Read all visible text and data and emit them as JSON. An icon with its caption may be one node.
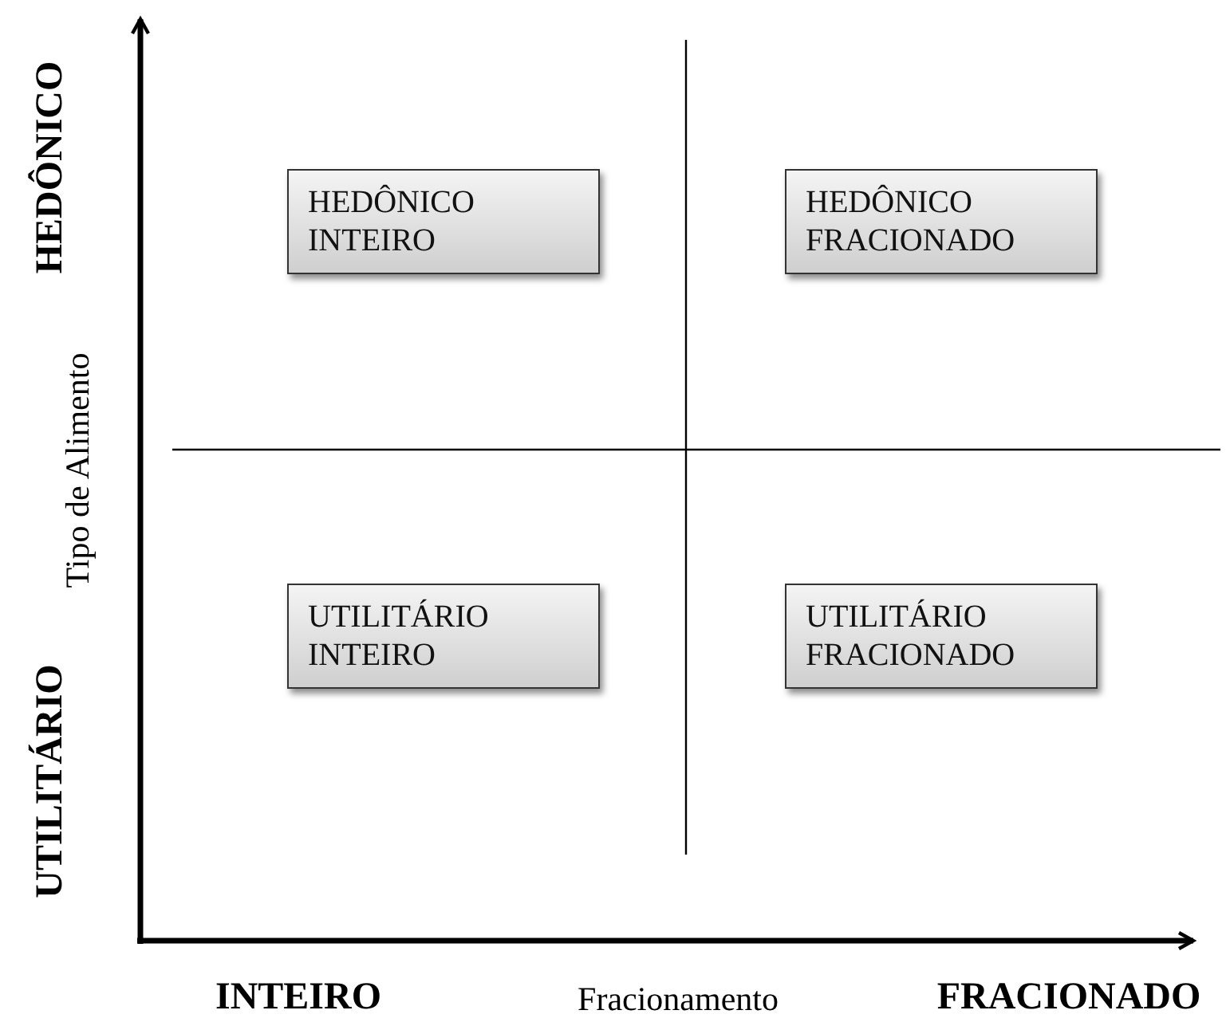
{
  "diagram": {
    "nodes": [
      {
        "text": [
          "HEDÔNICO INTEIRO"
        ]
      },
      {
        "text": [
          "HEDÔNICO FRACIONADO"
        ]
      },
      {
        "text": [
          "UTILITÁRIO INTEIRO"
        ]
      },
      {
        "text": [
          "UTILITÁRIO FRACIONADO"
        ]
      }
    ],
    "labels": [
      "HEDÔNICO",
      "Tipo de Alimento",
      "UTILITÁRIO",
      "INTEIRO",
      "Fracionamento",
      "FRACIONADO"
    ]
  }
}
